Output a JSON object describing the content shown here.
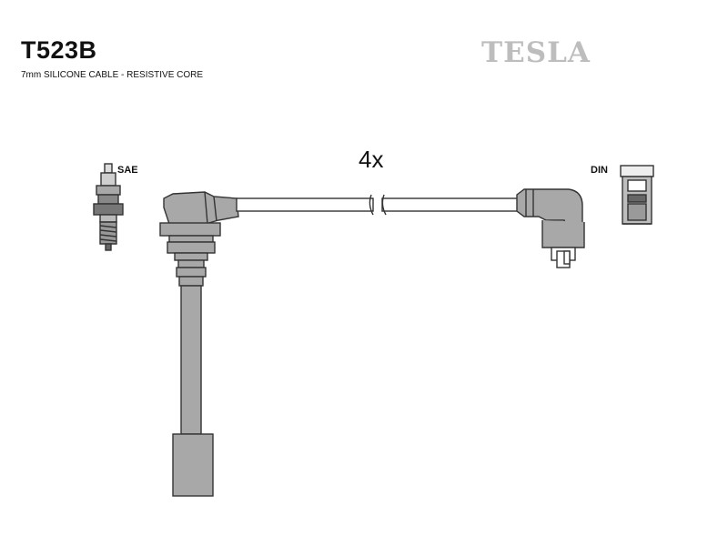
{
  "header": {
    "part_number": "T523B",
    "description": "7mm SILICONE CABLE - RESISTIVE CORE",
    "brand": "TESLA"
  },
  "diagram": {
    "quantity_label": "4x",
    "left_terminal_label": "SAE",
    "right_terminal_label": "DIN",
    "colors": {
      "boot_fill": "#a8a8a8",
      "cable_fill": "#ffffff",
      "outline": "#333333",
      "brand_color": "#bdbdbd"
    }
  }
}
